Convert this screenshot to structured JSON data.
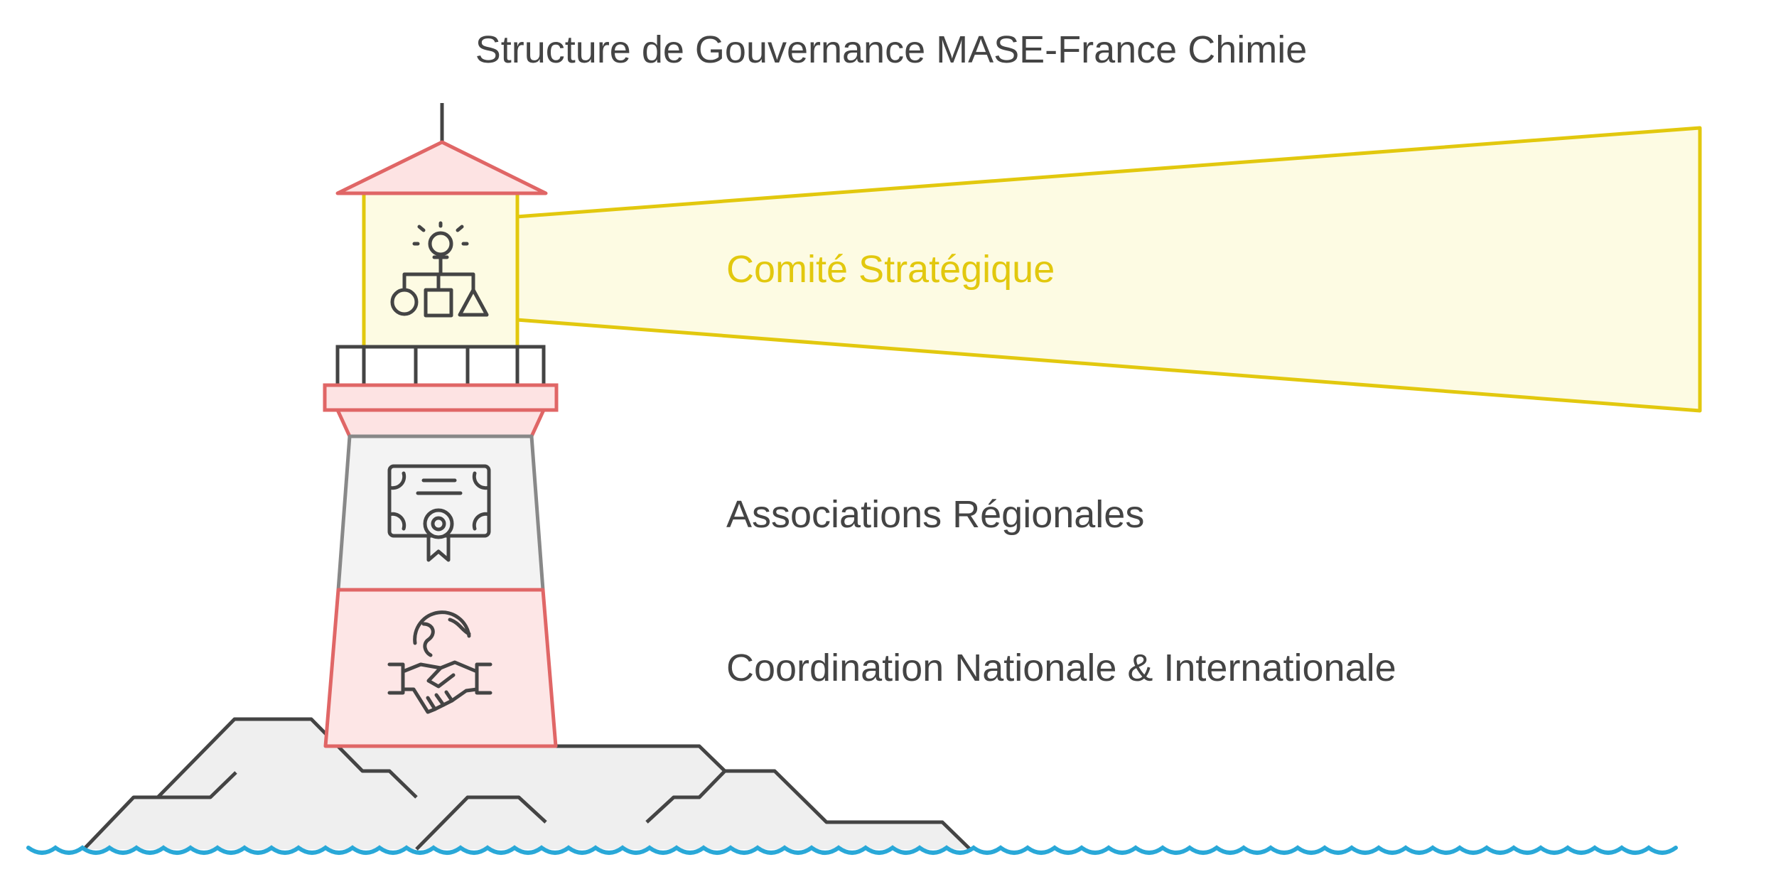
{
  "diagram": {
    "title": "Structure de Gouvernance MASE-France Chimie",
    "levels": [
      {
        "label": "Comité Stratégique",
        "icon": "lightbulb-hierarchy-icon",
        "color": "#e2c80e"
      },
      {
        "label": "Associations Régionales",
        "icon": "certificate-icon",
        "color": "#444444"
      },
      {
        "label": "Coordination Nationale & Internationale",
        "icon": "globe-handshake-icon",
        "color": "#444444"
      }
    ]
  },
  "colors": {
    "roof_stroke": "#e06666",
    "roof_fill": "#fde3e3",
    "beam_stroke": "#e2c80e",
    "beam_fill": "#fdfbe3",
    "tower_grey_fill": "#f3f3f3",
    "tower_pink_fill": "#fde6e6",
    "rock_fill": "#efefef",
    "outline": "#444444",
    "water": "#29a8d8"
  }
}
